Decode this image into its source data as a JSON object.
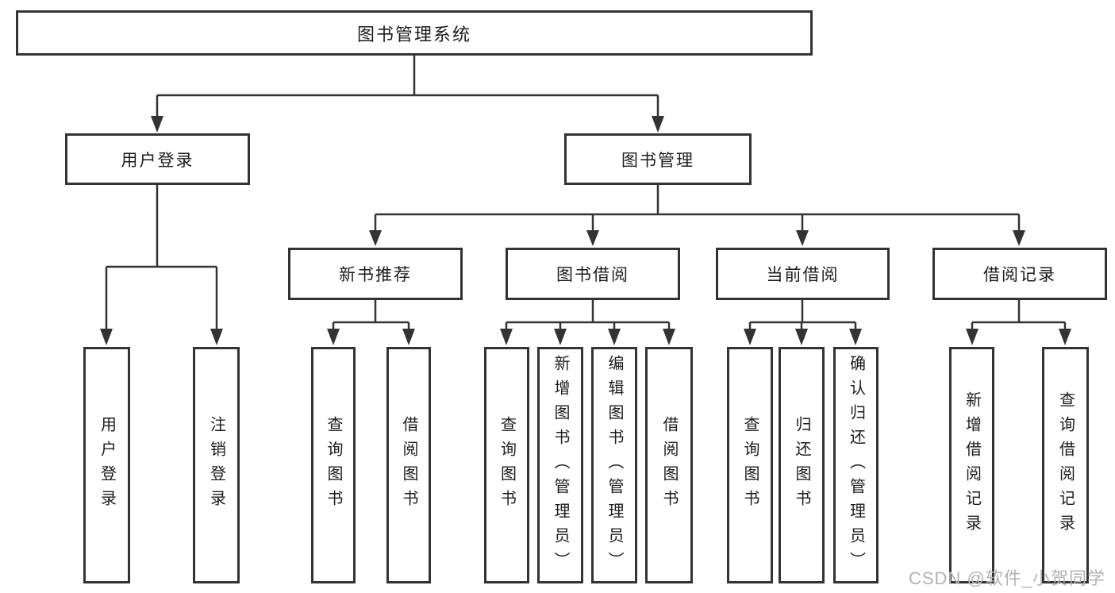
{
  "diagram": {
    "title": "图书管理系统",
    "root": {
      "label": "图书管理系统"
    },
    "level2": [
      {
        "label": "用户登录"
      },
      {
        "label": "图书管理"
      }
    ],
    "level3": [
      {
        "label": "新书推荐"
      },
      {
        "label": "图书借阅"
      },
      {
        "label": "当前借阅"
      },
      {
        "label": "借阅记录"
      }
    ],
    "leaves": {
      "login": [
        {
          "label": "用户登录"
        },
        {
          "label": "注销登录"
        }
      ],
      "new_books": [
        {
          "label": "查询图书"
        },
        {
          "label": "借阅图书"
        }
      ],
      "borrow": [
        {
          "label": "查询图书"
        },
        {
          "label": "新增图书（管理员）"
        },
        {
          "label": "编辑图书（管理员）"
        },
        {
          "label": "借阅图书"
        }
      ],
      "current": [
        {
          "label": "查询图书"
        },
        {
          "label": "归还图书"
        },
        {
          "label": "确认归还（管理员）"
        }
      ],
      "records": [
        {
          "label": "新增借阅记录"
        },
        {
          "label": "查询借阅记录"
        }
      ]
    }
  },
  "watermark": "CSDN @软件_小贺同学",
  "colors": {
    "line": "#333333",
    "box_border": "#333333",
    "text": "#1c1c1c",
    "watermark": "#b3b3b3",
    "background": "#ffffff"
  }
}
